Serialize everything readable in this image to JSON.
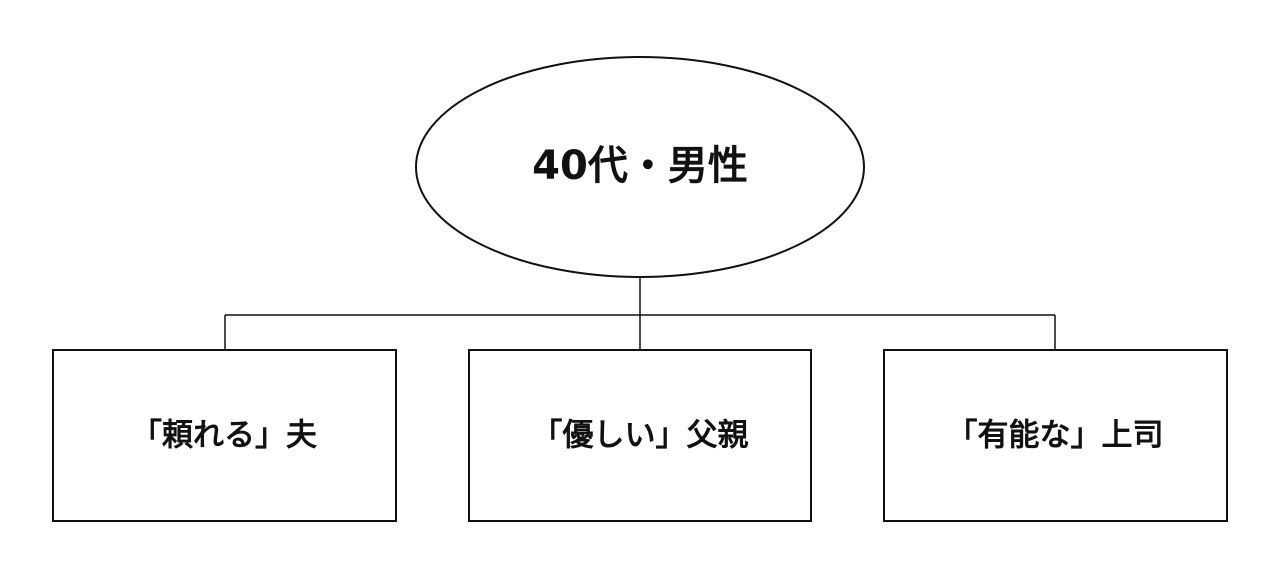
{
  "root": {
    "label": "40代・男性"
  },
  "children": [
    {
      "label": "「頼れる」夫"
    },
    {
      "label": "「優しい」父親"
    },
    {
      "label": "「有能な」上司"
    }
  ]
}
